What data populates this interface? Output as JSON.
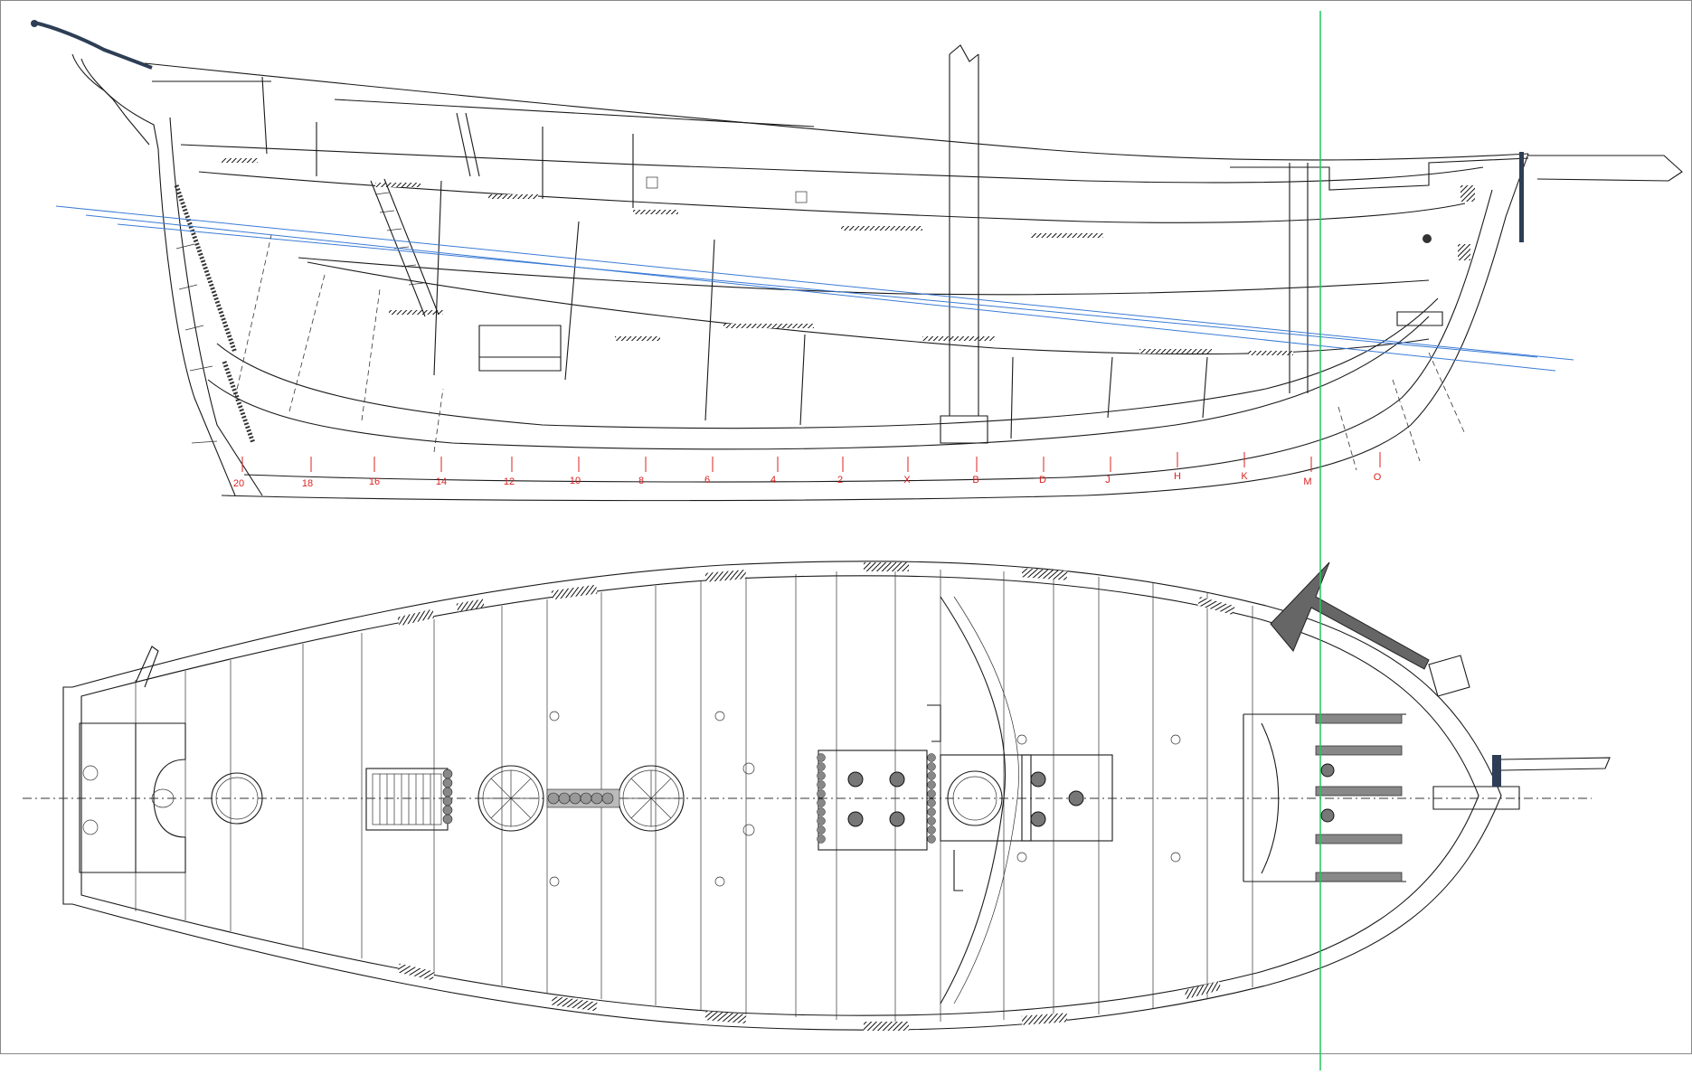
{
  "drawing": {
    "frame_labels": [
      "20",
      "18",
      "16",
      "14",
      "12",
      "10",
      "8",
      "6",
      "4",
      "2",
      "X",
      "B",
      "D",
      "J",
      "H",
      "K",
      "M",
      "O"
    ],
    "colors": {
      "ink": "#1a1a1a",
      "station_marks": "#dd2222",
      "waterlines": "#3a7bd5",
      "guide_line": "#22c55e",
      "dark_accent": "#2d3e55",
      "bitt_fill": "#7a7a7a",
      "background": "#ffffff"
    },
    "icons": {
      "anchor": "anchor-icon",
      "hatch": "hatch-grating-icon",
      "wheel": "capstan-wheel-icon",
      "bitt": "bitt-icon"
    }
  }
}
